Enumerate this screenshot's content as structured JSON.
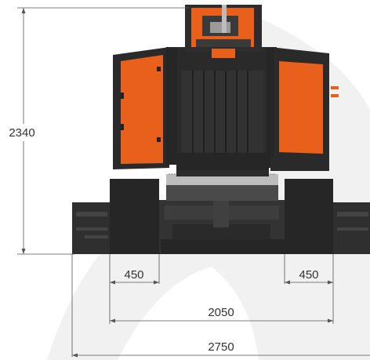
{
  "dimensions": {
    "height": "2340",
    "track_width_left": "450",
    "track_width_right": "450",
    "track_gauge": "2050",
    "overall_width": "2750"
  },
  "colors": {
    "body_dark": "#2b2b2b",
    "body_mid": "#3a3a3a",
    "accent_orange": "#e8601c",
    "watermark_gray": "#efefef",
    "dimension_line": "#555555"
  }
}
